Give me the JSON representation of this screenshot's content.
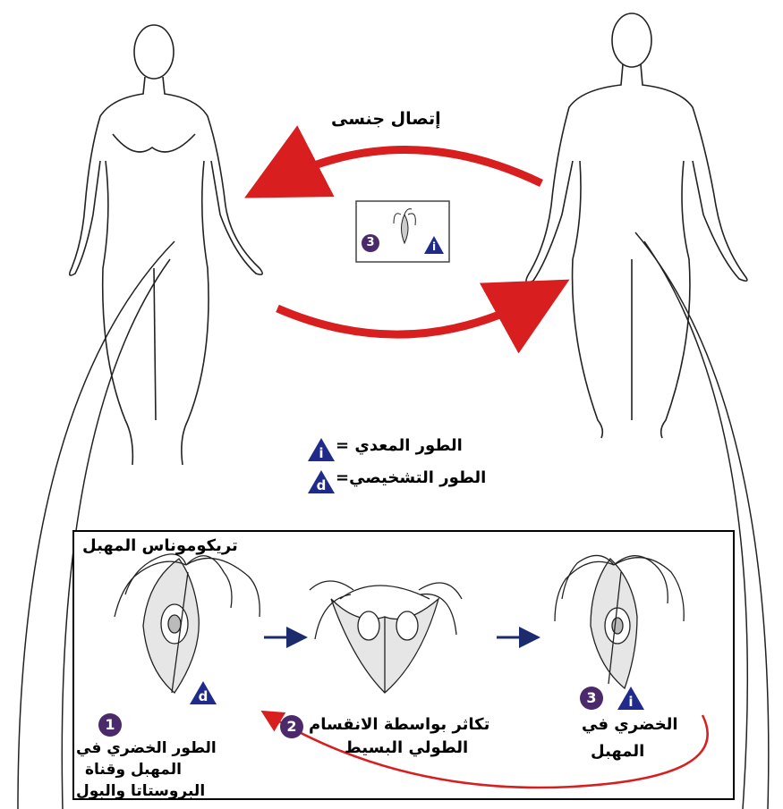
{
  "transmission": {
    "label": "إتصال جنسى"
  },
  "legend": {
    "infective": {
      "symbol": "i",
      "label": "الطور المعدي ="
    },
    "diagnostic": {
      "symbol": "d",
      "label": "الطور التشخيصي="
    }
  },
  "box": {
    "title": "تريكوموناس المهبل",
    "stages": [
      {
        "number": "1",
        "symbol": "d",
        "lines": [
          "الطور الخضري في",
          "المهبل وقناة",
          "البروستاتا والبول"
        ]
      },
      {
        "number": "2",
        "lines": [
          "تكاثر بواسطة الانقسام",
          "الطولي البسيط"
        ]
      },
      {
        "number": "3",
        "symbol": "i",
        "lines": [
          "الخضري في",
          "المهبل"
        ]
      }
    ]
  },
  "center_badge": {
    "number": "3",
    "symbol": "i"
  },
  "colors": {
    "arrow_red": "#d81e1e",
    "badge_purple": "#4b2a6b",
    "triangle_blue": "#1f2a8a",
    "arrow_navy": "#1c2a6e"
  }
}
